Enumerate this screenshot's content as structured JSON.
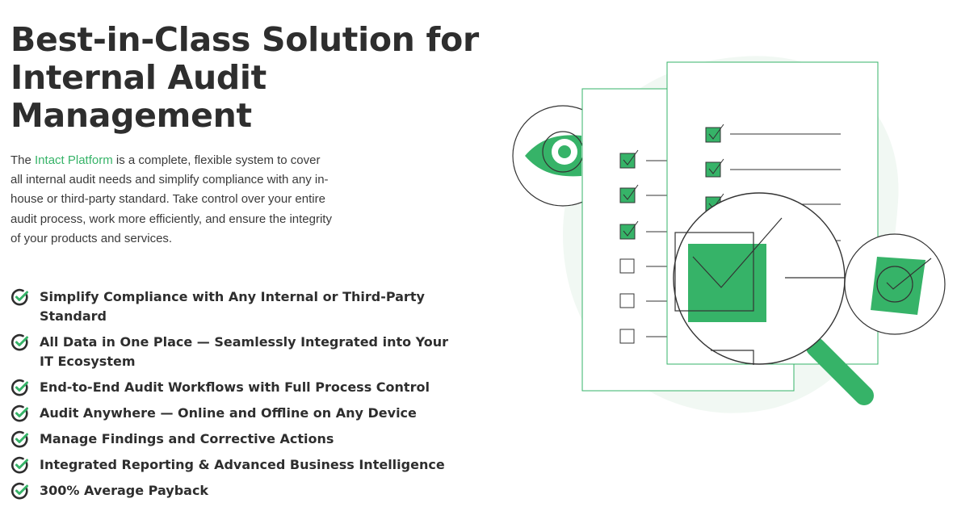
{
  "hero": {
    "title_lines": [
      "Best-in-Class Solution for",
      "Internal Audit",
      "Management"
    ],
    "desc_prefix": "The ",
    "desc_link": "Intact Platform",
    "desc_suffix": " is a complete, flexible system to cover all internal audit needs and simplify compliance with any in-house or third-party standard. Take control over your entire audit process, work more efficiently, and ensure the integrity of your products and services."
  },
  "features": [
    "Simplify Compliance with Any Internal or Third-Party Standard",
    "All Data in One Place — Seamlessly Integrated into Your IT Ecosystem",
    "End-to-End Audit Workflows with Full Process Control",
    "Audit Anywhere — Online and Offline on Any Device",
    "Manage Findings and Corrective Actions",
    "Integrated Reporting & Advanced Business Intelligence",
    "300% Average Payback"
  ],
  "icons": {
    "feature": "circle-check-icon",
    "illustration": [
      "checklist-document-icon",
      "eye-icon",
      "magnifying-glass-icon",
      "check-badge-icon"
    ]
  },
  "colors": {
    "accent": "#36b368",
    "text": "#2e2e2e",
    "light_green": "#f1f8f3"
  }
}
